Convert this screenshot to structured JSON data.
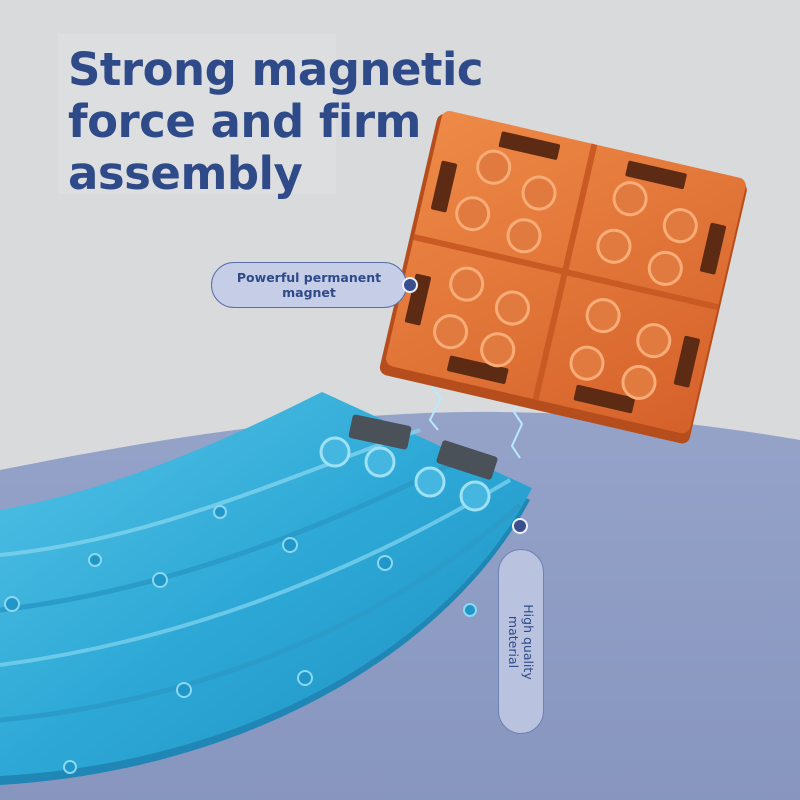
{
  "headline": {
    "line1": "Strong magnetic",
    "line2": "force and firm",
    "line3": "assembly"
  },
  "callouts": {
    "magnet": {
      "line1": "Powerful permanent",
      "line2": "magnet"
    },
    "quality": {
      "line1": "High quality",
      "line2": "material"
    }
  },
  "colors": {
    "headline_text": "#2f4a88",
    "background_top": "#d9dadc",
    "background_bottom": "#8c9cc4",
    "orange_tile": "#e3763a",
    "blue_track": "#3fb2d8"
  }
}
